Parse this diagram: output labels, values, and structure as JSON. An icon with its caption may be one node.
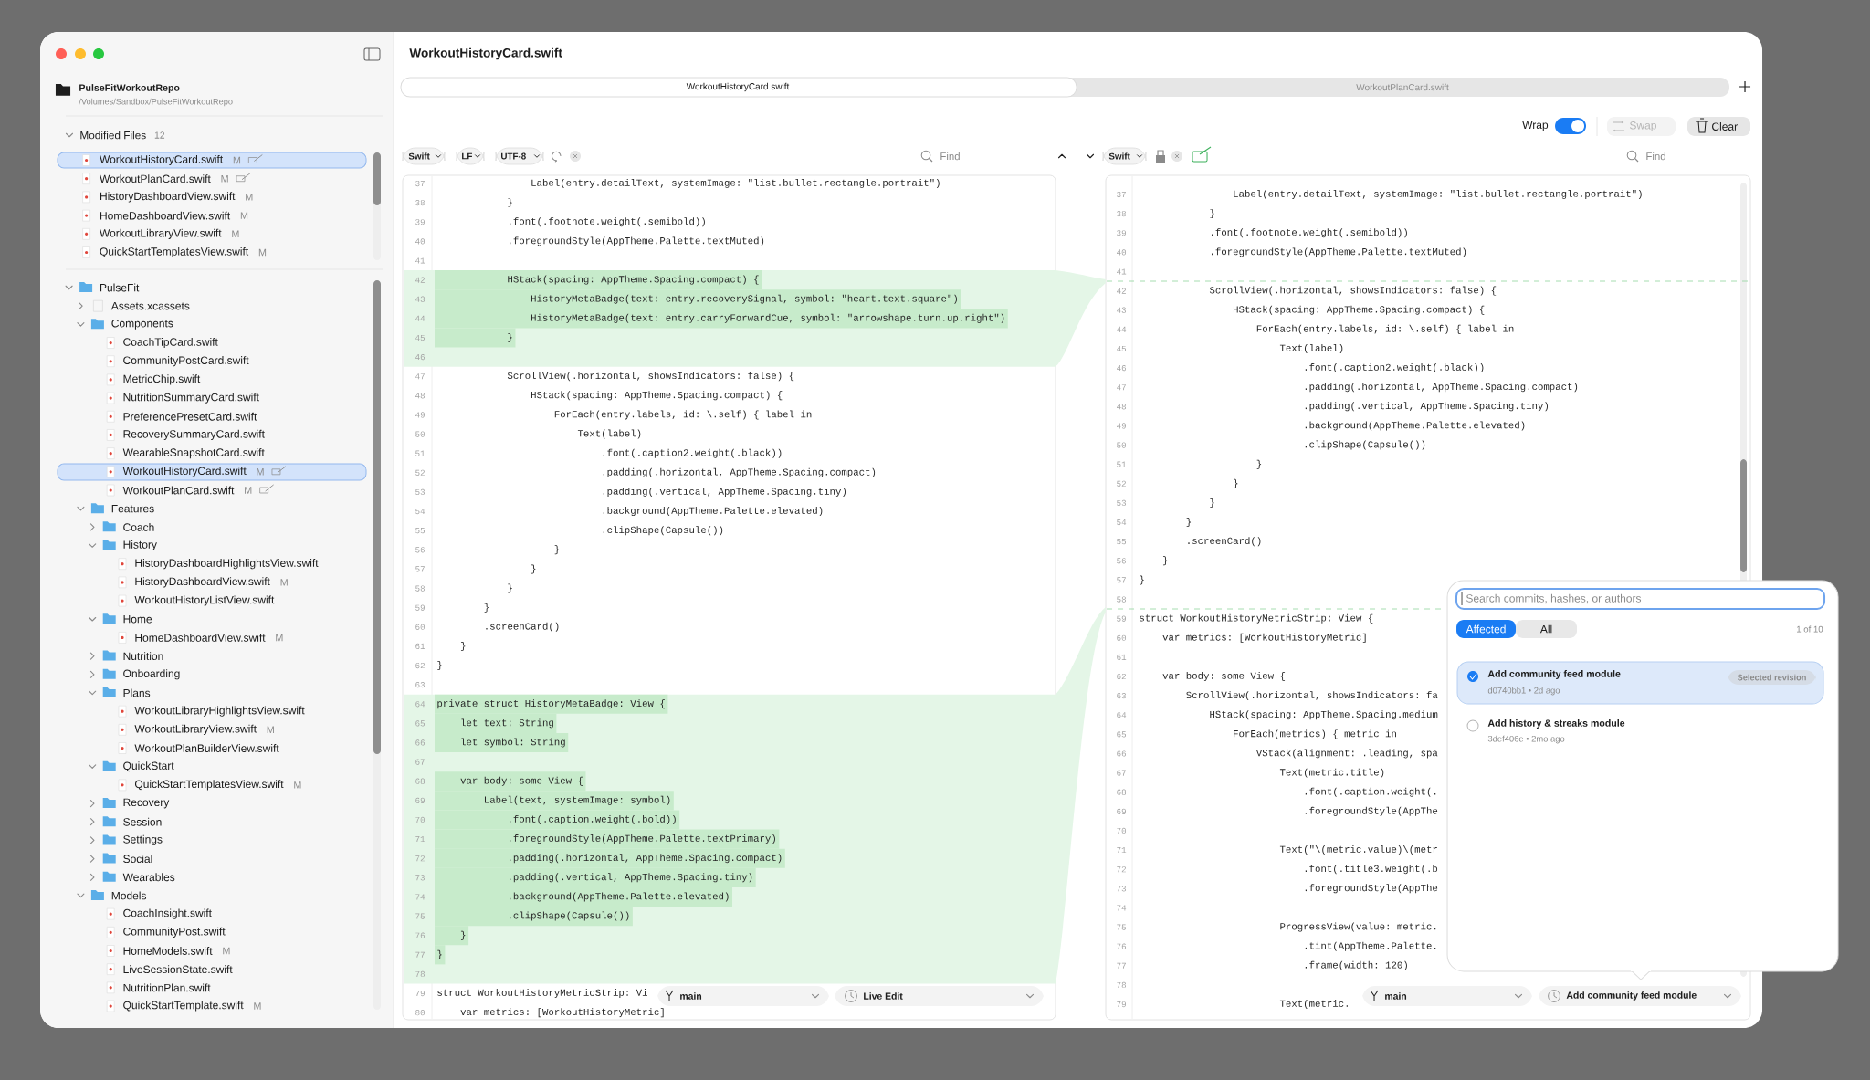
{
  "diagram": {
    "title": "WorkoutHistoryCard.swift",
    "nodes": [
      {
        "text": [
          "WorkoutHistoryCard.swift",
          "M"
        ]
      },
      {
        "text": [
          "WorkoutHistoryCard.swift",
          "M"
        ]
      },
      {
        "text": [
          "WorkoutHistoryCard.swift"
        ]
      },
      {
        "text": [
          "WorkoutPlanCard.swift"
        ]
      },
      {
        "text": [
          "Swap"
        ]
      },
      {
        "text": [
          "Clear"
        ]
      },
      {
        "text": [
          "Swift"
        ]
      },
      {
        "text": [
          "LF"
        ]
      },
      {
        "text": [
          "UTF-8"
        ]
      },
      {
        "text": [
          "Find"
        ]
      },
      {
        "text": [
          "Swift"
        ]
      },
      {
        "text": [
          "Find"
        ]
      },
      {
        "text": [
          "1 of 10"
        ]
      },
      {
        "text": [
          "Search commits, hashes, or authors"
        ],
        "in": 12
      },
      {
        "text": [
          "Affected"
        ],
        "in": 12
      },
      {
        "text": [
          "All"
        ],
        "in": 12
      },
      {
        "text": [
          "Add community feed module",
          "d0740bb1 • 2d ago"
        ],
        "in": 12
      },
      {
        "text": [
          "Selected revision"
        ],
        "in": 16
      },
      {
        "text": [
          "Add history & streaks module",
          "3def406e • 2mo ago"
        ],
        "in": 12
      },
      {
        "text": [
          "main"
        ]
      },
      {
        "text": [
          "Live Edit"
        ]
      },
      {
        "text": [
          "main"
        ]
      },
      {
        "text": [
          "Add community feed module"
        ]
      }
    ],
    "labels": [
      "PulseFitWorkoutRepo",
      "/Volumes/Sandbox/PulseFitWorkoutRepo",
      "Modified Files",
      "12",
      "WorkoutPlanCard.swift",
      "M",
      "HistoryDashboardView.swift",
      "M",
      "HomeDashboardView.swift",
      "M",
      "WorkoutLibraryView.swift",
      "M",
      "QuickStartTemplatesView.swift",
      "M",
      "PulseFit",
      "Assets.xcassets",
      "Components",
      "CoachTipCard.swift",
      "CommunityPostCard.swift",
      "MetricChip.swift",
      "NutritionSummaryCard.swift",
      "PreferencePresetCard.swift",
      "RecoverySummaryCard.swift",
      "WearableSnapshotCard.swift",
      "WorkoutPlanCard.swift",
      "M",
      "Features",
      "Coach",
      "History",
      "HistoryDashboardHighlightsView.swift",
      "HistoryDashboardView.swift",
      "M",
      "WorkoutHistoryListView.swift",
      "Home",
      "HomeDashboardView.swift",
      "M",
      "Nutrition",
      "Onboarding",
      "Plans",
      "WorkoutLibraryHighlightsView.swift",
      "WorkoutLibraryView.swift",
      "M",
      "WorkoutPlanBuilderView.swift",
      "QuickStart",
      "QuickStartTemplatesView.swift",
      "M",
      "Recovery",
      "Session",
      "Settings",
      "Social",
      "Wearables",
      "Models",
      "CoachInsight.swift",
      "CommunityPost.swift",
      "HomeModels.swift",
      "M",
      "LiveSessionState.swift",
      "NutritionPlan.swift",
      "QuickStartTemplate.swift",
      "M",
      "Wrap",
      "37",
      "Label(entry.detailText, systemImage: \"list.bullet.rectangle.portrait\")",
      "38",
      "}",
      "39",
      ".font(.footnote.weight(.semibold))",
      "40",
      ".foregroundStyle(AppTheme.Palette.textMuted)",
      "41",
      "42",
      "HStack(spacing: AppTheme.Spacing.compact) {",
      "43",
      "HistoryMetaBadge(text: entry.recoverySignal, symbol: \"heart.text.square\")",
      "44",
      "HistoryMetaBadge(text: entry.carryForwardCue, symbol: \"arrowshape.turn.up.right\")",
      "45",
      "}",
      "46",
      "47",
      "ScrollView(.horizontal, showsIndicators: false) {",
      "48",
      "HStack(spacing: AppTheme.Spacing.compact) {",
      "49",
      "ForEach(entry.labels, id: \\.self) { label in",
      "50",
      "Text(label)",
      "51",
      ".font(.caption2.weight(.black))",
      "52",
      ".padding(.horizontal, AppTheme.Spacing.compact)",
      "53",
      ".padding(.vertical, AppTheme.Spacing.tiny)",
      "54",
      ".background(AppTheme.Palette.elevated)",
      "55",
      ".clipShape(Capsule())",
      "56",
      "}",
      "57",
      "}",
      "58",
      "}",
      "59",
      "}",
      "60",
      ".screenCard()",
      "61",
      "}",
      "62",
      "}",
      "63",
      "64",
      "private struct HistoryMetaBadge: View {",
      "65",
      "let text: String",
      "66",
      "let symbol: String",
      "67",
      "68",
      "var body: some View {",
      "69",
      "Label(text, systemImage: symbol)",
      "70",
      ".font(.caption.weight(.bold))",
      "71",
      ".foregroundStyle(AppTheme.Palette.textPrimary)",
      "72",
      ".padding(.horizontal, AppTheme.Spacing.compact)",
      "73",
      ".padding(.vertical, AppTheme.Spacing.tiny)",
      "74",
      ".background(AppTheme.Palette.elevated)",
      "75",
      ".clipShape(Capsule())",
      "76",
      "}",
      "77",
      "}",
      "78",
      "79",
      "struct WorkoutHistoryMetricStrip: Vi",
      "80",
      "var metrics: [WorkoutHistoryMetric]",
      "37",
      "Label(entry.detailText, systemImage: \"list.bullet.rectangle.portrait\")",
      "38",
      "}",
      "39",
      ".font(.footnote.weight(.semibold))",
      "40",
      ".foregroundStyle(AppTheme.Palette.textMuted)",
      "41",
      "42",
      "ScrollView(.horizontal, showsIndicators: false) {",
      "43",
      "HStack(spacing: AppTheme.Spacing.compact) {",
      "44",
      "ForEach(entry.labels, id: \\.self) { label in",
      "45",
      "Text(label)",
      "46",
      ".font(.caption2.weight(.black))",
      "47",
      ".padding(.horizontal, AppTheme.Spacing.compact)",
      "48",
      ".padding(.vertical, AppTheme.Spacing.tiny)",
      "49",
      ".background(AppTheme.Palette.elevated)",
      "50",
      ".clipShape(Capsule())",
      "51",
      "}",
      "52",
      "}",
      "53",
      "}",
      "54",
      "}",
      "55",
      ".screenCard()",
      "56",
      "}",
      "57",
      "}",
      "58",
      "59",
      "struct WorkoutHistoryMetricStrip: View {",
      "60",
      "var metrics: [WorkoutHistoryMetric]",
      "61",
      "62",
      "var body: some View {",
      "63",
      "ScrollView(.horizontal, showsIndicators: fa",
      "64",
      "HStack(spacing: AppTheme.Spacing.medium",
      "65",
      "ForEach(metrics) { metric in",
      "66",
      "VStack(alignment: .leading, spa",
      "67",
      "Text(metric.title)",
      "68",
      ".font(.caption.weight(.",
      "69",
      ".foregroundStyle(AppThe",
      "70",
      "71",
      "Text(\"\\(metric.value)\\(metr",
      "72",
      ".font(.title3.weight(.b",
      "73",
      ".foregroundStyle(AppThe",
      "74",
      "75",
      "ProgressView(value: metric.",
      "76",
      ".tint(AppTheme.Palette.",
      "77",
      ".frame(width: 120)",
      "78",
      "79",
      "Text(metric."
    ]
  }
}
